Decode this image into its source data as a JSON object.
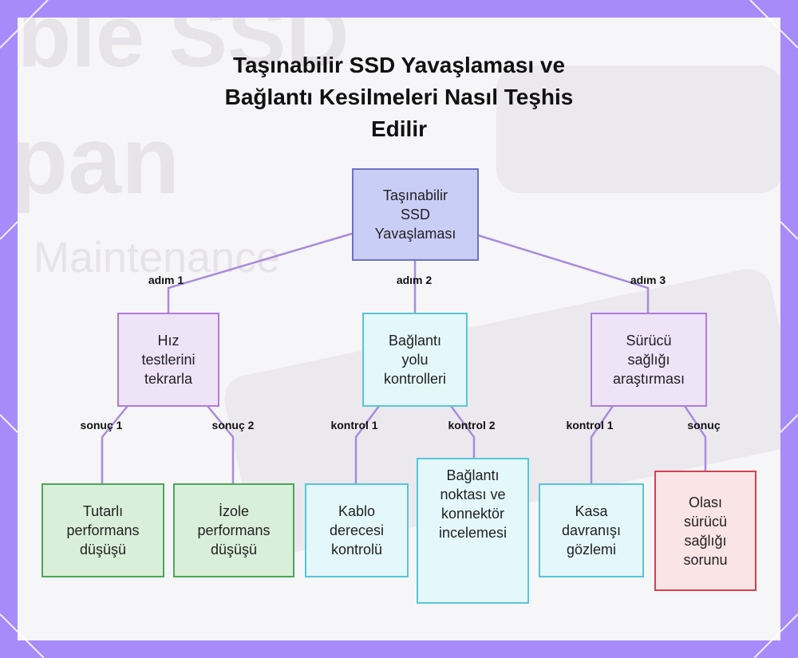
{
  "title": "Taşınabilir SSD Yavaşlaması ve\nBağlantı Kesilmeleri Nasıl Teşhis\nEdilir",
  "background_watermark": [
    "ble SSD",
    "pan",
    "Maintenance"
  ],
  "colors": {
    "frame": "#a78bfa",
    "root": "#c9cef7",
    "step": "#efe3f8",
    "check": "#e4f7fa",
    "result_green": "#d9efd9",
    "result_red": "#fbe4e6",
    "edge": "#a98bdc"
  },
  "nodes": {
    "root": "Taşınabilir\nSSD\nYavaşlaması",
    "speed_tests": "Hız\ntestlerini\ntekrarla",
    "connection_path": "Bağlantı\nyolu\nkontrolleri",
    "drive_health": "Sürücü\nsağlığı\naraştırması",
    "consistent_drop": "Tutarlı\nperformans\ndüşüşü",
    "isolated_drop": "İzole\nperformans\ndüşüşü",
    "cable_rating": "Kablo\nderecesi\nkontrolü",
    "connector_inspection": "Bağlantı\nnoktası ve\nkonnektör\nincelemesi",
    "enclosure_behavior": "Kasa\ndavranışı\ngözlemi",
    "possible_health_issue": "Olası\nsürücü\nsağlığı\nsorunu"
  },
  "edge_labels": {
    "step1": "adım 1",
    "step2": "adım 2",
    "step3": "adım 3",
    "result1": "sonuç 1",
    "result2": "sonuç 2",
    "check1_a": "kontrol 1",
    "check2": "kontrol 2",
    "check1_b": "kontrol 1",
    "result": "sonuç"
  }
}
